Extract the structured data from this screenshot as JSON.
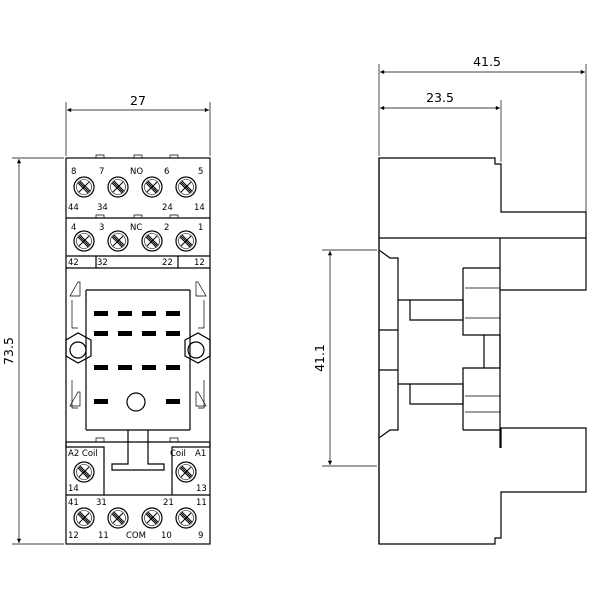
{
  "dimensions": {
    "front_width": "27",
    "front_height": "73.5",
    "side_total_width": "41.5",
    "side_partial_width": "23.5",
    "side_rail_height": "41.1"
  },
  "upper_block": {
    "row1_top": [
      "8",
      "7",
      "NO",
      "6",
      "5"
    ],
    "row1_bottom": [
      "44",
      "34",
      "24",
      "14"
    ],
    "row2_top": [
      "4",
      "3",
      "NC",
      "2",
      "1"
    ],
    "row2_bottom": [
      "42",
      "32",
      "22",
      "12"
    ]
  },
  "lower_block": {
    "coil_left": "A2 Coil",
    "coil_right_label": "Coil",
    "coil_right_term": "A1",
    "coil_left_num": "14",
    "coil_right_num": "13",
    "row_top": [
      "41",
      "31",
      "21",
      "11"
    ],
    "row_bottom": [
      "12",
      "11",
      "COM",
      "10",
      "9"
    ]
  }
}
